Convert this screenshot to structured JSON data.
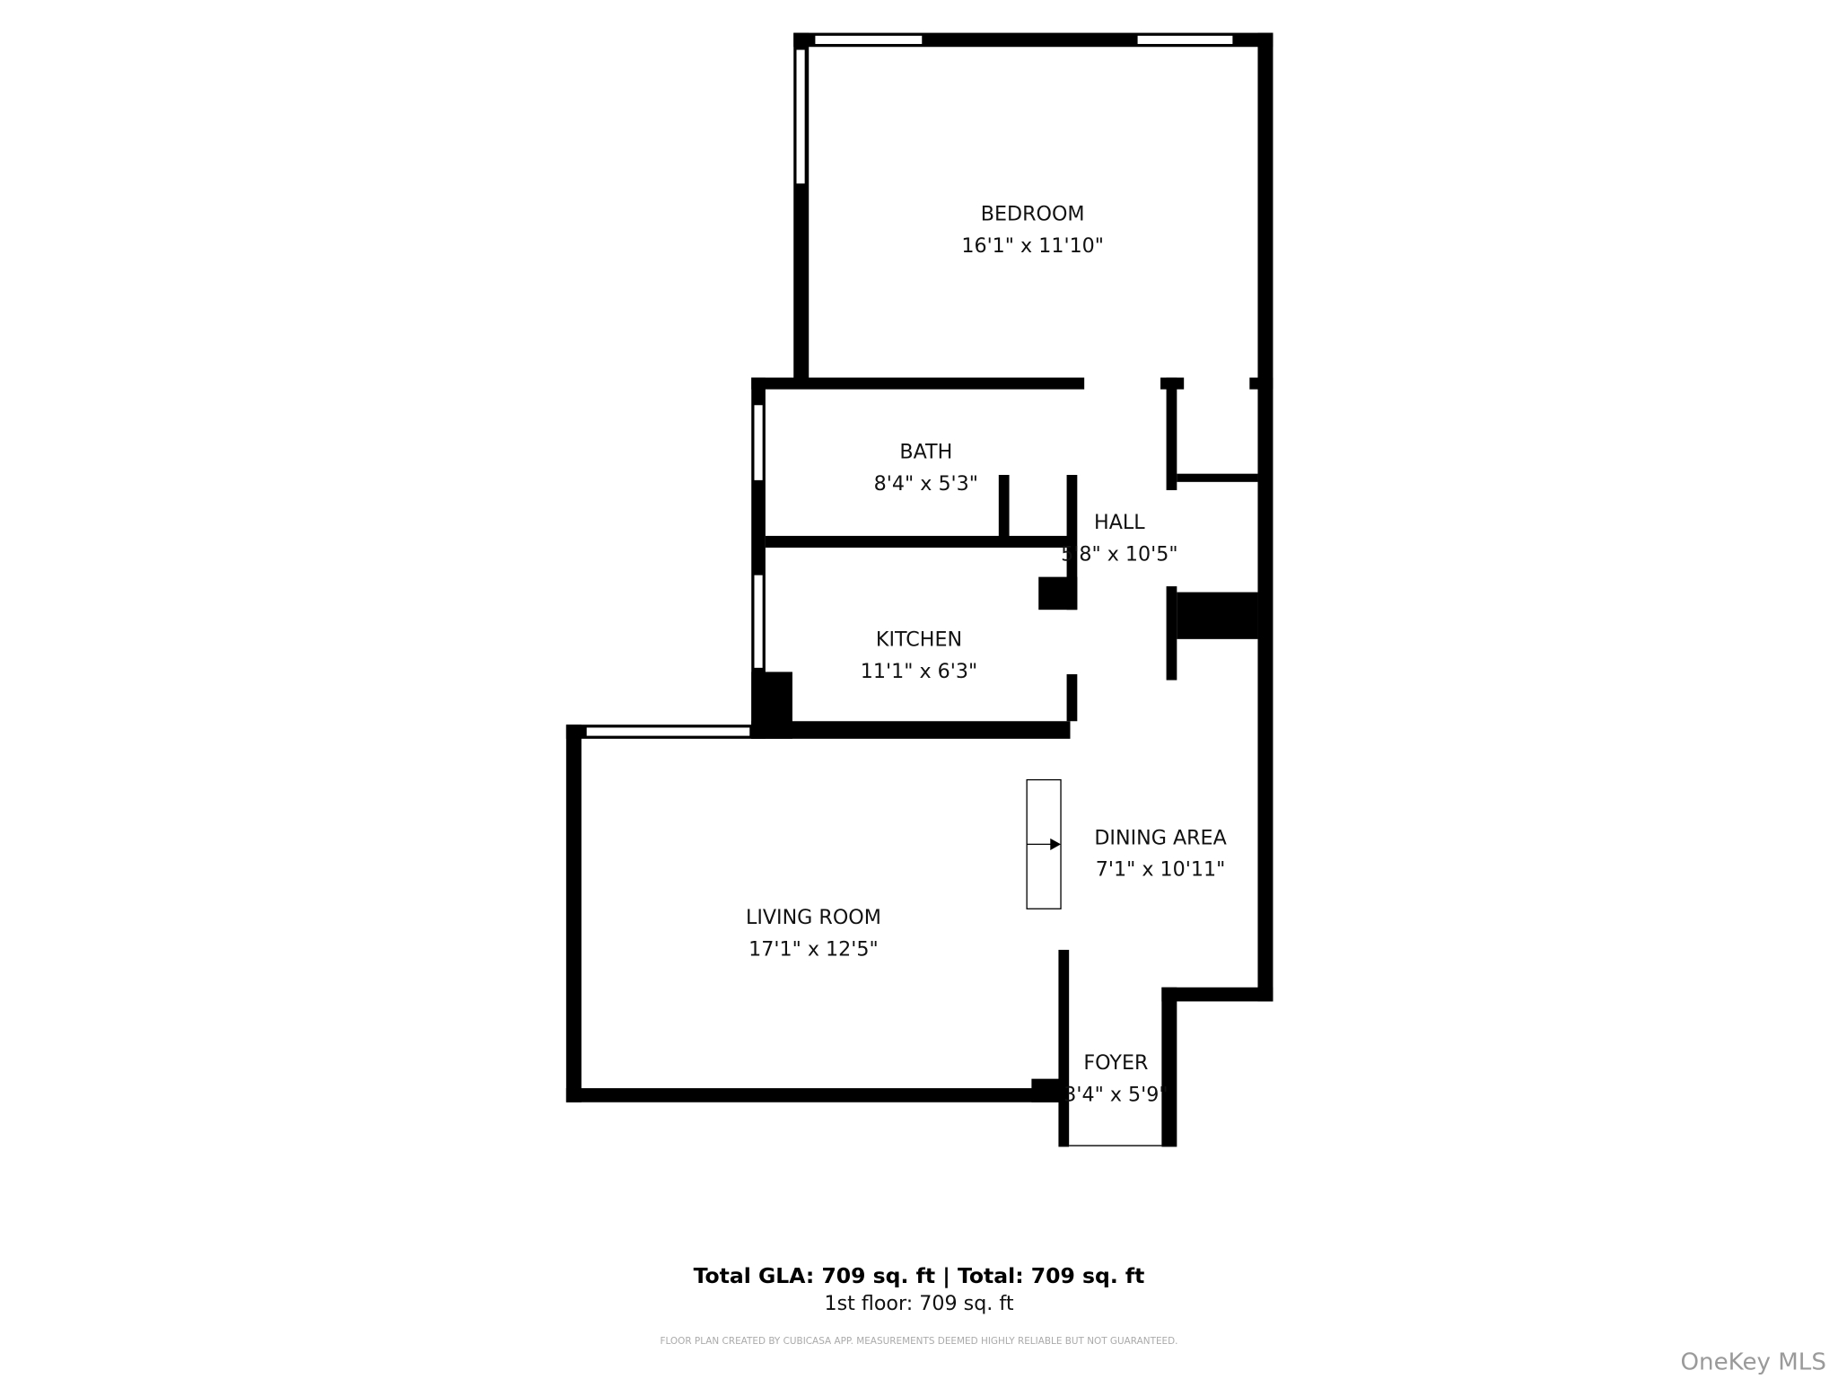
{
  "rooms": [
    {
      "name": "BEDROOM",
      "dims": "16'1\" x 11'10\""
    },
    {
      "name": "BATH",
      "dims": "8'4\" x 5'3\""
    },
    {
      "name": "HALL",
      "dims": "5'8\" x 10'5\""
    },
    {
      "name": "KITCHEN",
      "dims": "11'1\" x 6'3\""
    },
    {
      "name": "DINING AREA",
      "dims": "7'1\" x 10'11\""
    },
    {
      "name": "LIVING ROOM",
      "dims": "17'1\" x 12'5\""
    },
    {
      "name": "FOYER",
      "dims": "3'4\" x 5'9\""
    }
  ],
  "summary": {
    "total": "Total GLA: 709 sq. ft | Total: 709 sq. ft",
    "floor": "1st floor: 709 sq. ft",
    "disclaimer": "FLOOR PLAN CREATED BY CUBICASA APP. MEASUREMENTS DEEMED HIGHLY RELIABLE BUT NOT GUARANTEED."
  },
  "watermark": "OneKey MLS",
  "colors": {
    "wall": "#000000",
    "background": "#ffffff"
  }
}
